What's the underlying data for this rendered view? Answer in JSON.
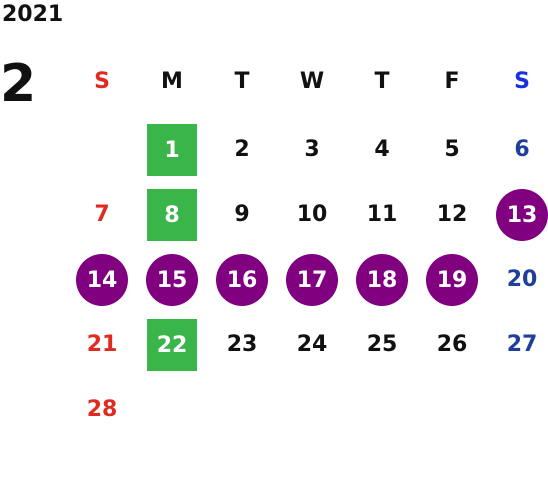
{
  "calendar": {
    "year": "2021",
    "month": "2",
    "weekdays": [
      "S",
      "M",
      "T",
      "W",
      "T",
      "F",
      "S"
    ],
    "weeks": [
      [
        null,
        1,
        2,
        3,
        4,
        5,
        6
      ],
      [
        7,
        8,
        9,
        10,
        11,
        12,
        13
      ],
      [
        14,
        15,
        16,
        17,
        18,
        19,
        20
      ],
      [
        21,
        22,
        23,
        24,
        25,
        26,
        27
      ],
      [
        28,
        null,
        null,
        null,
        null,
        null,
        null
      ]
    ],
    "highlight_square_days": [
      1,
      8,
      22
    ],
    "highlight_circle_days": [
      13,
      14,
      15,
      16,
      17,
      18,
      19
    ]
  },
  "colors": {
    "sunday": "#e02b20",
    "saturday": "#1f3f9a",
    "saturday_header": "#1a2fe0",
    "weekday": "#111111",
    "square_highlight": "#3ab54a",
    "circle_highlight": "#800080",
    "highlight_text": "#ffffff"
  }
}
